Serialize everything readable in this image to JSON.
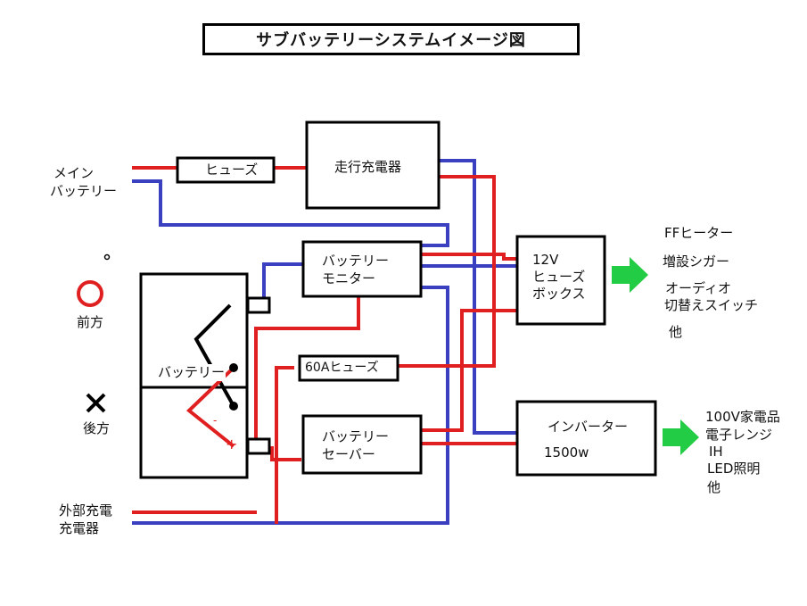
{
  "title": "サブバッテリーシステムイメージ図",
  "colors": {
    "positive": "#e02020",
    "negative": "#3a40c0",
    "arrow": "#22cc44",
    "outline": "#000000"
  },
  "icons": [
    "circle-icon",
    "cross-icon",
    "arrow-right-icon"
  ],
  "labels": {
    "main_battery": [
      "メイン",
      "バッテリー"
    ],
    "fuse": "ヒューズ",
    "alternator_charger": "走行充電器",
    "battery_monitor": [
      "バッテリー",
      "モニター"
    ],
    "fuse_60a": "60Aヒューズ",
    "battery_saver": [
      "バッテリー",
      "セーバー"
    ],
    "fuse_box": [
      "12V",
      "ヒューズ",
      "ボックス"
    ],
    "inverter": [
      "インバーター",
      "1500w"
    ],
    "battery": "バッテリー",
    "front_label": "前方",
    "rear_label": "後方",
    "plus": "+",
    "minus": "-",
    "external_charger": [
      "外部充電",
      "充電器"
    ],
    "dc_loads": [
      "FFヒーター",
      "増設シガー",
      "オーディオ",
      "切替えスイッチ",
      "他"
    ],
    "ac_loads": [
      "100V家電品",
      "電子レンジ",
      "IH",
      "LED照明",
      "他"
    ]
  }
}
